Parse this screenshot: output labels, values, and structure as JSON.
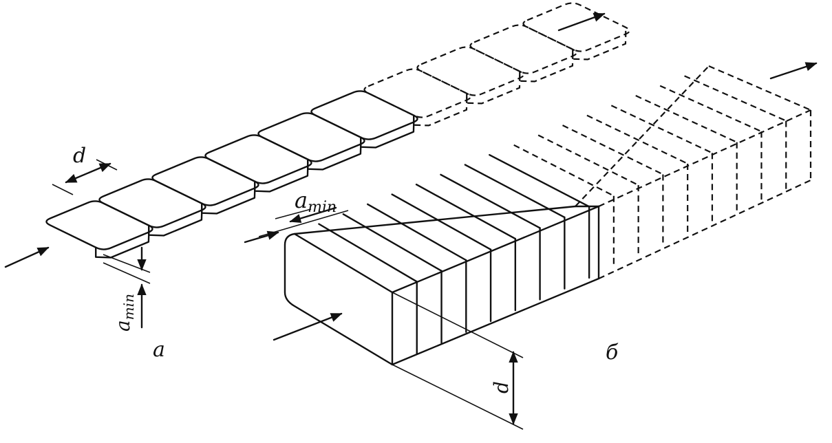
{
  "figure": {
    "panel_a": {
      "label": "а",
      "dim_width": "d",
      "dim_allowance_main": "a",
      "dim_allowance_sub": "min"
    },
    "panel_b": {
      "label": "б",
      "dim_height": "d",
      "dim_allowance_main": "a",
      "dim_allowance_sub": "min"
    }
  }
}
